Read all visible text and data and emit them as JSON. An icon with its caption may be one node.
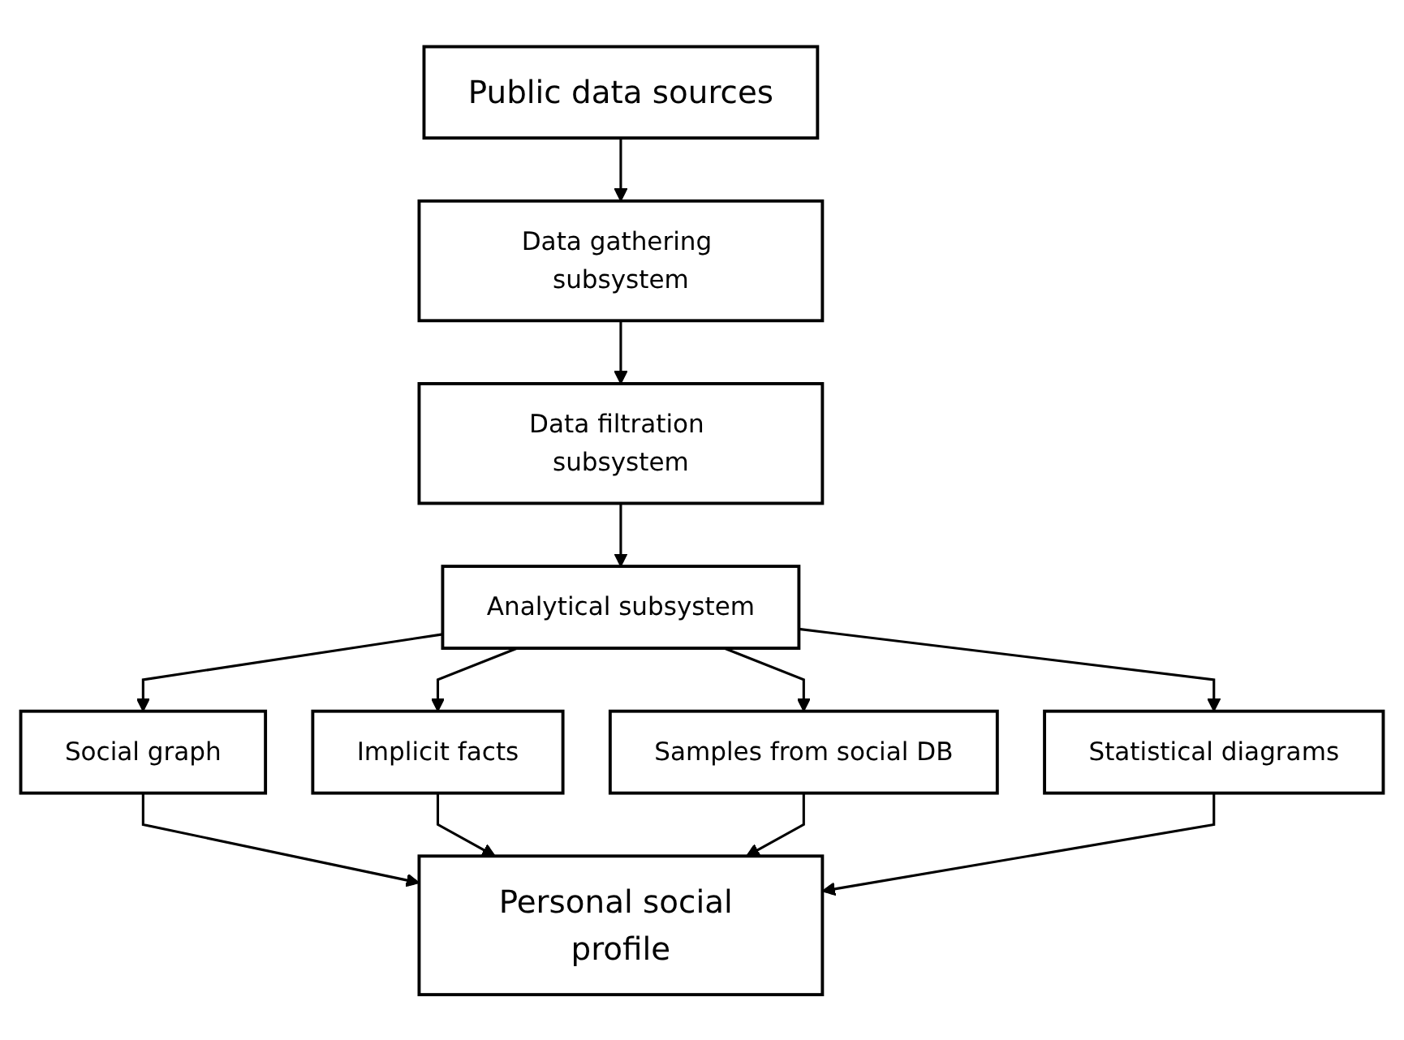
{
  "diagram": {
    "nodes": [
      {
        "text": [
          "Public data sources"
        ]
      },
      {
        "text": [
          "Data gathering subsystem"
        ]
      },
      {
        "text": [
          "Data filtration subsystem"
        ]
      },
      {
        "text": [
          "Analytical subsystem"
        ]
      },
      {
        "text": [
          "Social graph"
        ]
      },
      {
        "text": [
          "Implicit facts"
        ]
      },
      {
        "text": [
          "Samples from social DB"
        ]
      },
      {
        "text": [
          "Statistical diagrams"
        ]
      },
      {
        "text": [
          "Personal social profile"
        ]
      }
    ],
    "edges": [
      {
        "from": 0,
        "to": 1,
        "arrow": "to"
      },
      {
        "from": 1,
        "to": 2,
        "arrow": "to"
      },
      {
        "from": 2,
        "to": 3,
        "arrow": "to"
      },
      {
        "from": 3,
        "to": 4,
        "arrow": "to"
      },
      {
        "from": 3,
        "to": 5,
        "arrow": "to"
      },
      {
        "from": 3,
        "to": 6,
        "arrow": "to"
      },
      {
        "from": 3,
        "to": 7,
        "arrow": "to"
      },
      {
        "from": 4,
        "to": 8,
        "arrow": "to"
      },
      {
        "from": 5,
        "to": 8,
        "arrow": "to"
      },
      {
        "from": 6,
        "to": 8,
        "arrow": "to"
      },
      {
        "from": 7,
        "to": 8,
        "arrow": "to"
      }
    ]
  }
}
